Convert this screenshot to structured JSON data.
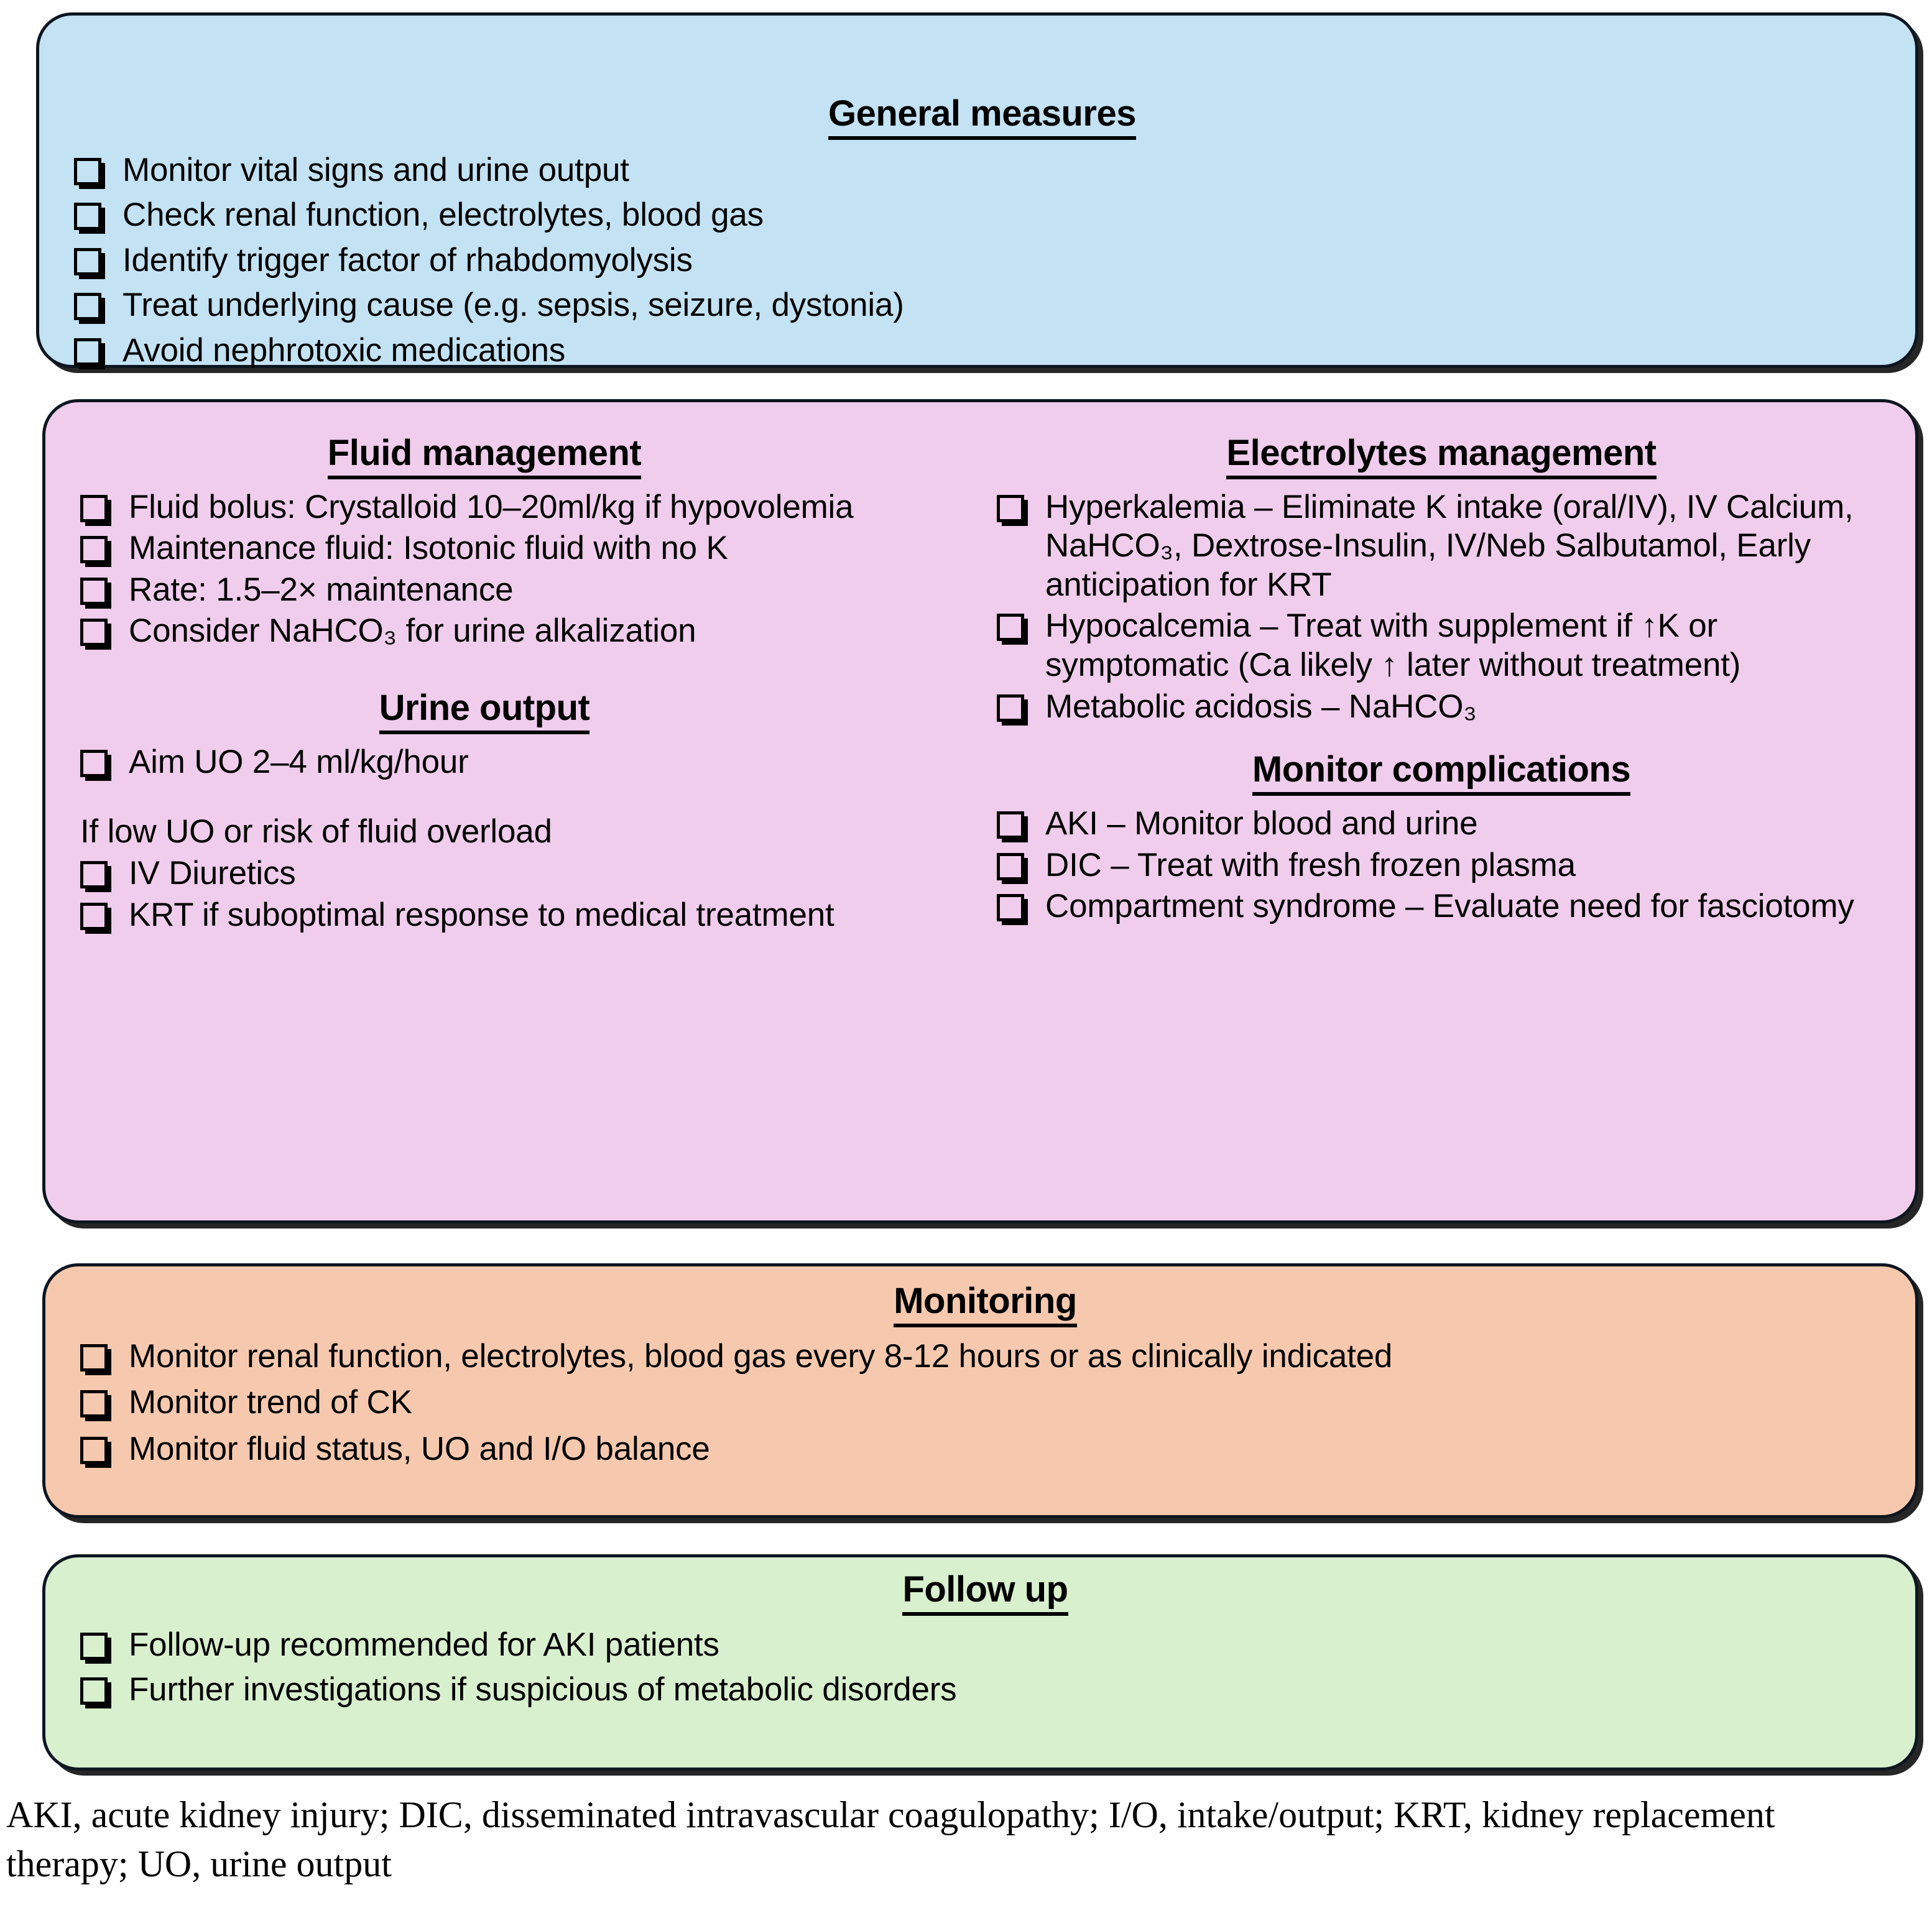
{
  "colors": {
    "general_bg": "#c3e2f3",
    "treatment_bg": "#f0cdec",
    "monitoring_bg": "#f6c9ae",
    "followup_bg": "#d8f0ce",
    "border": "#0d1620",
    "text": "#000000"
  },
  "general": {
    "title": "General measures",
    "items": [
      "Monitor vital signs and urine output",
      "Check renal function, electrolytes, blood gas",
      "Identify trigger factor of rhabdomyolysis",
      "Treat underlying cause (e.g. sepsis, seizure, dystonia)",
      "Avoid nephrotoxic medications"
    ]
  },
  "treatment": {
    "fluid": {
      "title": "Fluid management",
      "items": [
        "Fluid bolus: Crystalloid 10–20ml/kg if hypovolemia",
        "Maintenance fluid: Isotonic fluid with no K",
        "Rate: 1.5–2× maintenance",
        "Consider NaHCO₃  for urine alkalization"
      ]
    },
    "urine": {
      "title": "Urine output",
      "items": [
        "Aim UO 2–4 ml/kg/hour"
      ],
      "condition_note": "If low UO or risk of fluid overload",
      "condition_items": [
        "IV Diuretics",
        "KRT if suboptimal response to medical treatment"
      ]
    },
    "electrolytes": {
      "title": "Electrolytes management",
      "items": [
        "Hyperkalemia – Eliminate K intake (oral/IV), IV Calcium, NaHCO₃, Dextrose-Insulin, IV/Neb Salbutamol, Early anticipation for KRT",
        "Hypocalcemia – Treat with supplement if ↑K or symptomatic (Ca likely ↑ later without treatment)",
        "Metabolic acidosis – NaHCO₃"
      ]
    },
    "complications": {
      "title": "Monitor complications",
      "items": [
        "AKI – Monitor blood and urine",
        "DIC – Treat with fresh frozen plasma",
        "Compartment syndrome – Evaluate need for fasciotomy"
      ]
    }
  },
  "monitoring": {
    "title": "Monitoring",
    "items": [
      "Monitor renal function, electrolytes, blood gas every 8-12 hours or as clinically indicated",
      "Monitor trend of CK",
      "Monitor fluid status, UO and I/O balance"
    ]
  },
  "followup": {
    "title": "Follow up",
    "items": [
      "Follow-up recommended for AKI patients",
      "Further investigations if suspicious of metabolic disorders"
    ]
  },
  "footnote": {
    "text": "AKI, acute kidney injury; DIC, disseminated intravascular coagulopathy; I/O, intake/output; KRT, kidney replacement therapy; UO, urine output"
  }
}
